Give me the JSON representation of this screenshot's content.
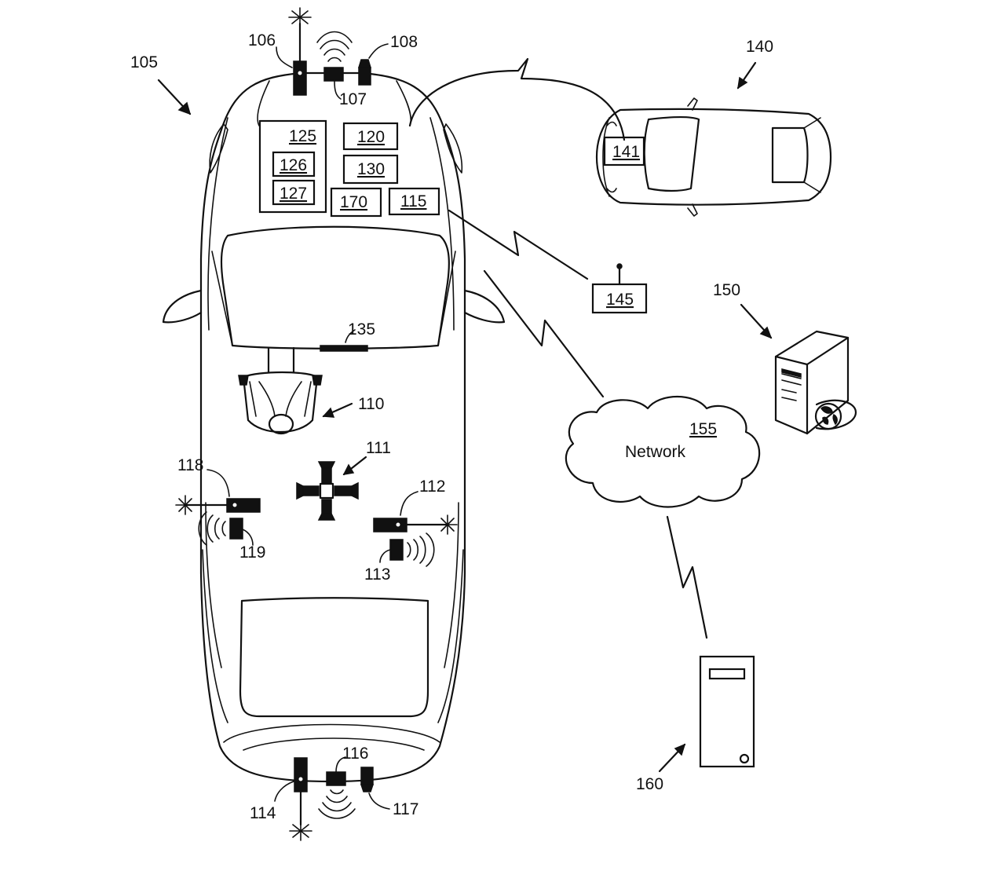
{
  "vehicle": {
    "ref": "105",
    "sensors": {
      "lidar_front": "106",
      "radar_front": "107",
      "camera_front": "108",
      "occupant": "110",
      "center_sensor": "111",
      "lidar_right": "112",
      "radar_right": "113",
      "lidar_rear": "114",
      "radar_rear": "116",
      "camera_rear": "117",
      "lidar_left": "118",
      "radar_left": "119",
      "display": "135"
    },
    "modules": {
      "m125": "125",
      "m126": "126",
      "m127": "127",
      "m120": "120",
      "m130": "130",
      "m170": "170",
      "m115": "115"
    }
  },
  "other_vehicle": {
    "ref": "140",
    "module": "141"
  },
  "roadside_unit": "145",
  "server": "150",
  "network": {
    "ref": "155",
    "label": "Network"
  },
  "computer": "160",
  "colors": {
    "line": "#111111",
    "background": "#ffffff"
  }
}
